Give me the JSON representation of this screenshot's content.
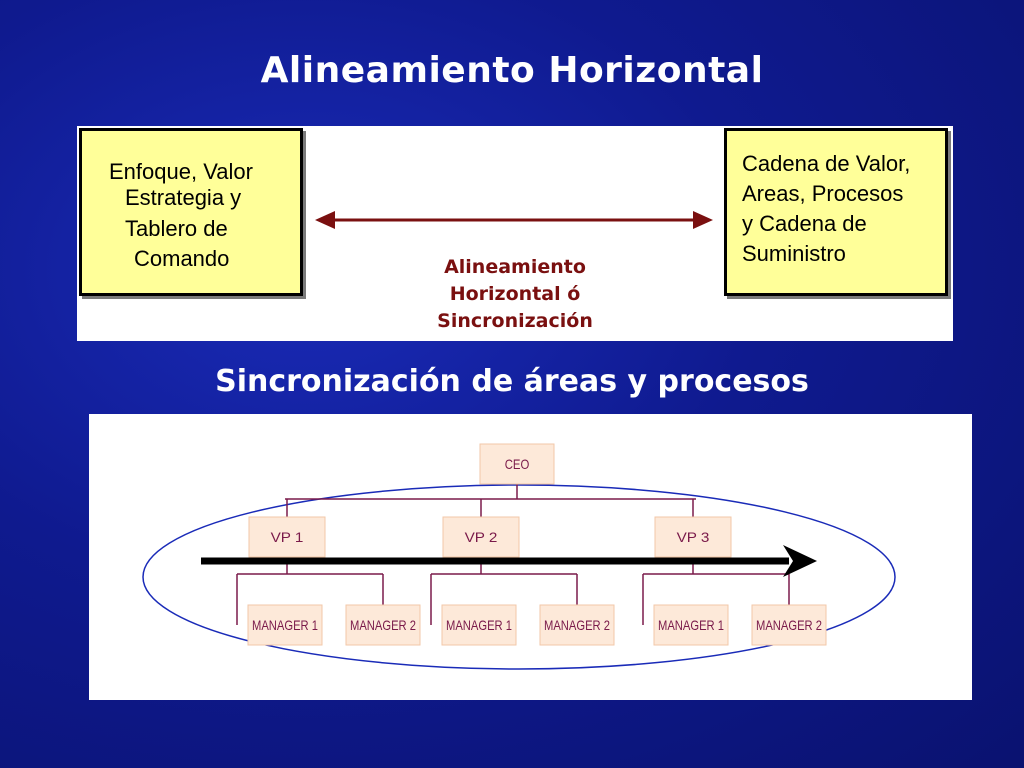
{
  "slide": {
    "title": "Alineamiento Horizontal",
    "subtitle": "Sincronización de áreas y procesos"
  },
  "top_diagram": {
    "left_box_lines": [
      "Enfoque, Valor",
      "Estrategia y",
      "Tablero de",
      "Comando"
    ],
    "right_box_lines": [
      "Cadena de Valor,",
      "Areas, Procesos",
      "y Cadena de",
      "Suministro"
    ],
    "center_label_lines": [
      "Alineamiento",
      "Horizontal ó",
      "Sincronización"
    ],
    "arrow_color": "#7a1010"
  },
  "org_chart": {
    "root": "CEO",
    "vps": [
      {
        "label": "VP 1",
        "managers": [
          "MANAGER 1",
          "MANAGER 2"
        ]
      },
      {
        "label": "VP 2",
        "managers": [
          "MANAGER 1",
          "MANAGER 2"
        ]
      },
      {
        "label": "VP 3",
        "managers": [
          "MANAGER 1",
          "MANAGER 2"
        ]
      }
    ],
    "node_fill": "#fde9d9",
    "node_stroke": "#f2c7a8",
    "line_color": "#7a1a4a",
    "ellipse_color": "#1a2bb8",
    "arrow_color": "#000000"
  }
}
